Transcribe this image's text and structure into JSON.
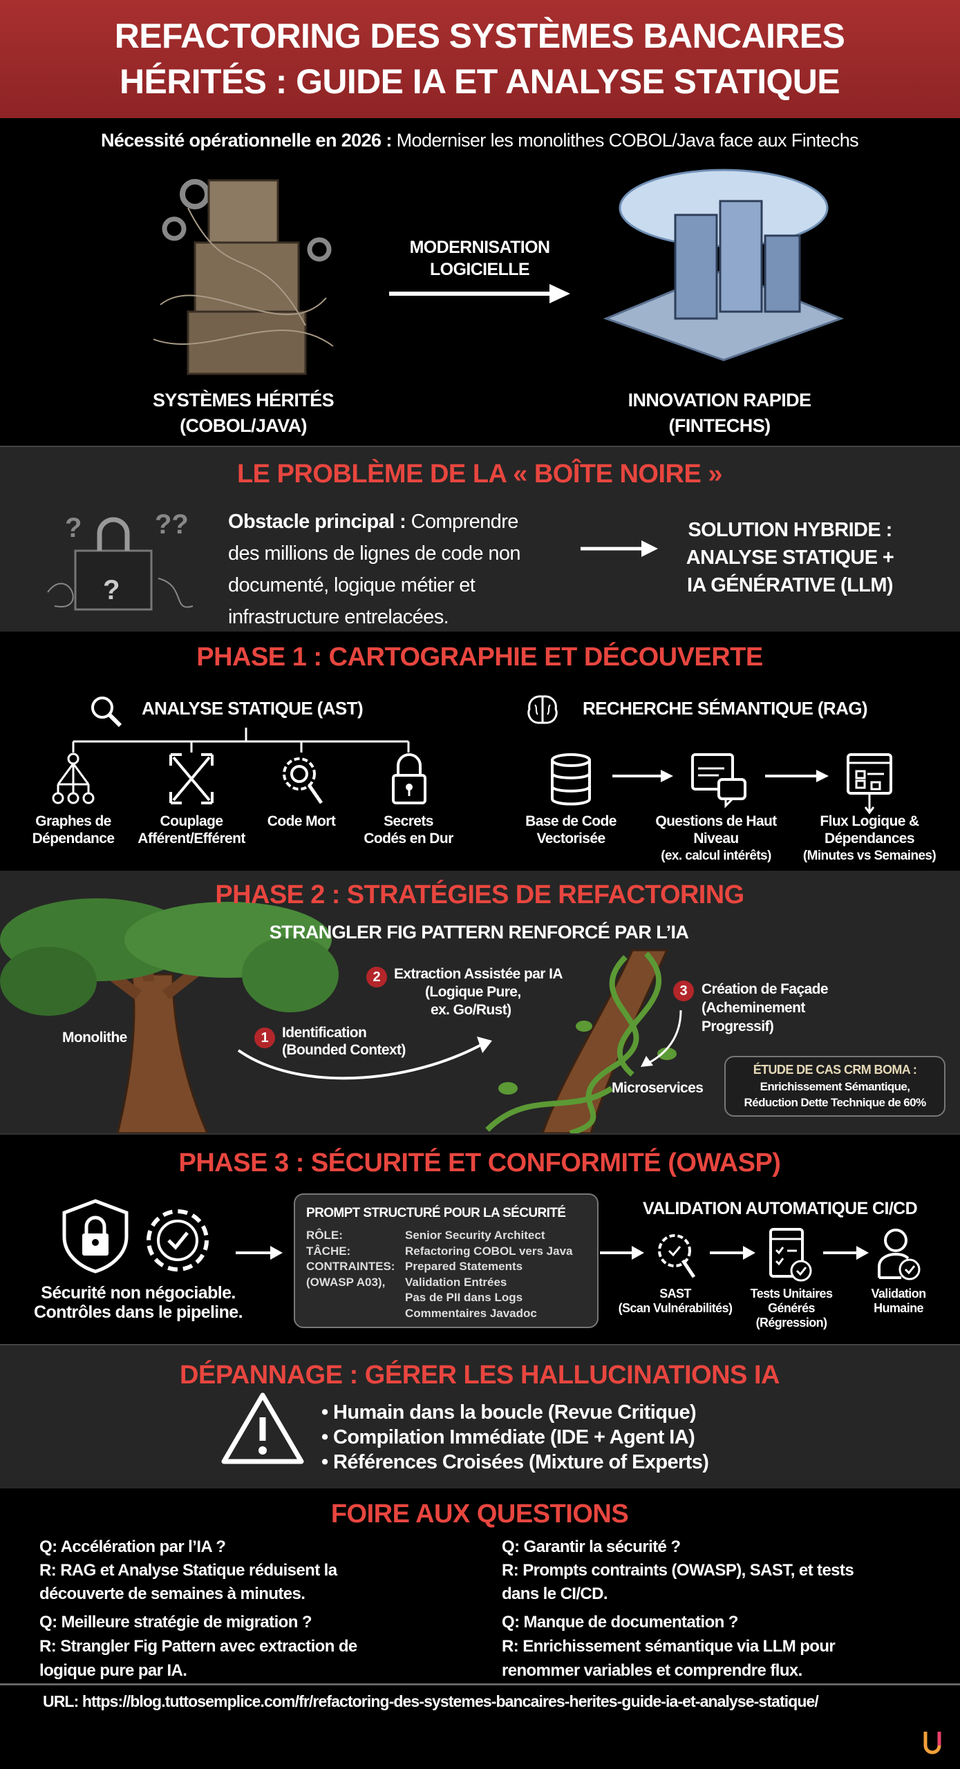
{
  "header": {
    "title_line1": "REFACTORING DES SYSTÈMES BANCAIRES",
    "title_line2": "HÉRITÉS : GUIDE IA ET ANALYSE STATIQUE",
    "subtitle_bold": "Nécessité opérationnelle en 2026 :",
    "subtitle_rest": " Moderniser les monolithes COBOL/Java face aux Fintechs",
    "bg_color": "#9e2a2b"
  },
  "intro": {
    "legacy_label_1": "SYSTÈMES HÉRITÉS",
    "legacy_label_2": "(COBOL/JAVA)",
    "arrow_label_1": "MODERNISATION",
    "arrow_label_2": "LOGICIELLE",
    "modern_label_1": "INNOVATION RAPIDE",
    "modern_label_2": "(FINTECHS)"
  },
  "black_box": {
    "title": "LE PROBLÈME DE LA « BOÎTE NOIRE »",
    "obstacle_bold": "Obstacle principal :",
    "obstacle_lines": [
      "Comprendre",
      "des millions de lignes de code non",
      "documenté, logique métier et",
      "infrastructure entrelacées."
    ],
    "solution_lines": [
      "SOLUTION HYBRIDE :",
      "ANALYSE STATIQUE +",
      "IA GÉNÉRATIVE (LLM)"
    ]
  },
  "phase1": {
    "title": "PHASE 1 : CARTOGRAPHIE ET DÉCOUVERTE",
    "ast_title": "ANALYSE STATIQUE (AST)",
    "ast_items": [
      {
        "icon": "hierarchy-icon",
        "l1": "Graphes de",
        "l2": "Dépendance"
      },
      {
        "icon": "arrows-cross-icon",
        "l1": "Couplage",
        "l2": "Afférent/Efférent"
      },
      {
        "icon": "gear-search-icon",
        "l1": "Code Mort",
        "l2": ""
      },
      {
        "icon": "padlock-icon",
        "l1": "Secrets",
        "l2": "Codés en Dur"
      }
    ],
    "rag_title": "RECHERCHE SÉMANTIQUE (RAG)",
    "rag_items": [
      {
        "icon": "database-icon",
        "l1": "Base de Code",
        "l2": "Vectorisée",
        "note": ""
      },
      {
        "icon": "chat-icon",
        "l1": "Questions de Haut",
        "l2": "Niveau",
        "note": "(ex. calcul intérêts)"
      },
      {
        "icon": "flow-window-icon",
        "l1": "Flux Logique &",
        "l2": "Dépendances",
        "note": "(Minutes vs Semaines)"
      }
    ]
  },
  "phase2": {
    "title": "PHASE 2 : STRATÉGIES DE REFACTORING",
    "subtitle": "STRANGLER FIG PATTERN RENFORCÉ PAR L’IA",
    "monolith": "Monolithe",
    "microservices": "Microservices",
    "steps": [
      {
        "num": "1",
        "lines": [
          "Identification",
          "(Bounded Context)"
        ]
      },
      {
        "num": "2",
        "lines": [
          "Extraction Assistée par IA",
          "(Logique Pure,",
          "ex. Go/Rust)"
        ]
      },
      {
        "num": "3",
        "lines": [
          "Création de Façade",
          "(Acheminement",
          "Progressif)"
        ]
      }
    ],
    "case_study": {
      "title": "ÉTUDE DE CAS CRM BOMA :",
      "l1": "Enrichissement Sémantique,",
      "l2": "Réduction Dette Technique de 60%"
    }
  },
  "phase3": {
    "title": "PHASE 3 : SÉCURITÉ ET CONFORMITÉ (OWASP)",
    "left_l1": "Sécurité non négociable.",
    "left_l2": "Contrôles dans le pipeline.",
    "prompt": {
      "title": "PROMPT STRUCTURÉ POUR LA SÉCURITÉ",
      "rows": [
        {
          "k": "RÔLE:",
          "v": "Senior Security Architect"
        },
        {
          "k": "TÂCHE:",
          "v": "Refactoring COBOL vers Java"
        },
        {
          "k": "CONTRAINTES:",
          "v": "Prepared Statements"
        },
        {
          "k": "(OWASP A03),",
          "v": "Validation Entrées"
        },
        {
          "k": "",
          "v": "Pas de PII dans Logs"
        },
        {
          "k": "",
          "v": "Commentaires Javadoc"
        }
      ]
    },
    "cicd_title": "VALIDATION AUTOMATIQUE CI/CD",
    "cicd_steps": [
      {
        "icon": "gear-search-icon",
        "lines": [
          "SAST",
          "(Scan Vulnérabilités)"
        ]
      },
      {
        "icon": "checklist-icon",
        "lines": [
          "Tests Unitaires",
          "Générés",
          "(Régression)"
        ]
      },
      {
        "icon": "user-check-icon",
        "lines": [
          "Validation",
          "Humaine"
        ]
      }
    ]
  },
  "troubleshooting": {
    "title": "DÉPANNAGE : GÉRER LES HALLUCINATIONS IA",
    "bullets": [
      "• Humain dans la boucle (Revue Critique)",
      "• Compilation Immédiate (IDE + Agent IA)",
      "• Références Croisées (Mixture of Experts)"
    ]
  },
  "faq": {
    "title": "FOIRE AUX QUESTIONS",
    "items": [
      {
        "q": "Q: Accélération par l’IA ?",
        "r1": "R: RAG et Analyse Statique réduisent la",
        "r2": "découverte de semaines à minutes."
      },
      {
        "q": "Q: Garantir la sécurité ?",
        "r1": "R: Prompts contraints (OWASP), SAST, et tests",
        "r2": "dans le CI/CD."
      },
      {
        "q": "Q: Meilleure stratégie de migration ?",
        "r1": "R: Strangler Fig Pattern avec extraction de",
        "r2": "logique pure par IA."
      },
      {
        "q": "Q: Manque de documentation ?",
        "r1": "R: Enrichissement sémantique via LLM pour",
        "r2": "renommer variables et comprendre flux."
      }
    ]
  },
  "footer": {
    "url": "URL: https://blog.tuttosemplice.com/fr/refactoring-des-systemes-bancaires-herites-guide-ia-et-analyse-statique/"
  },
  "colors": {
    "accent_red": "#e8463f",
    "panel_gray": "#262626",
    "black": "#000000"
  }
}
